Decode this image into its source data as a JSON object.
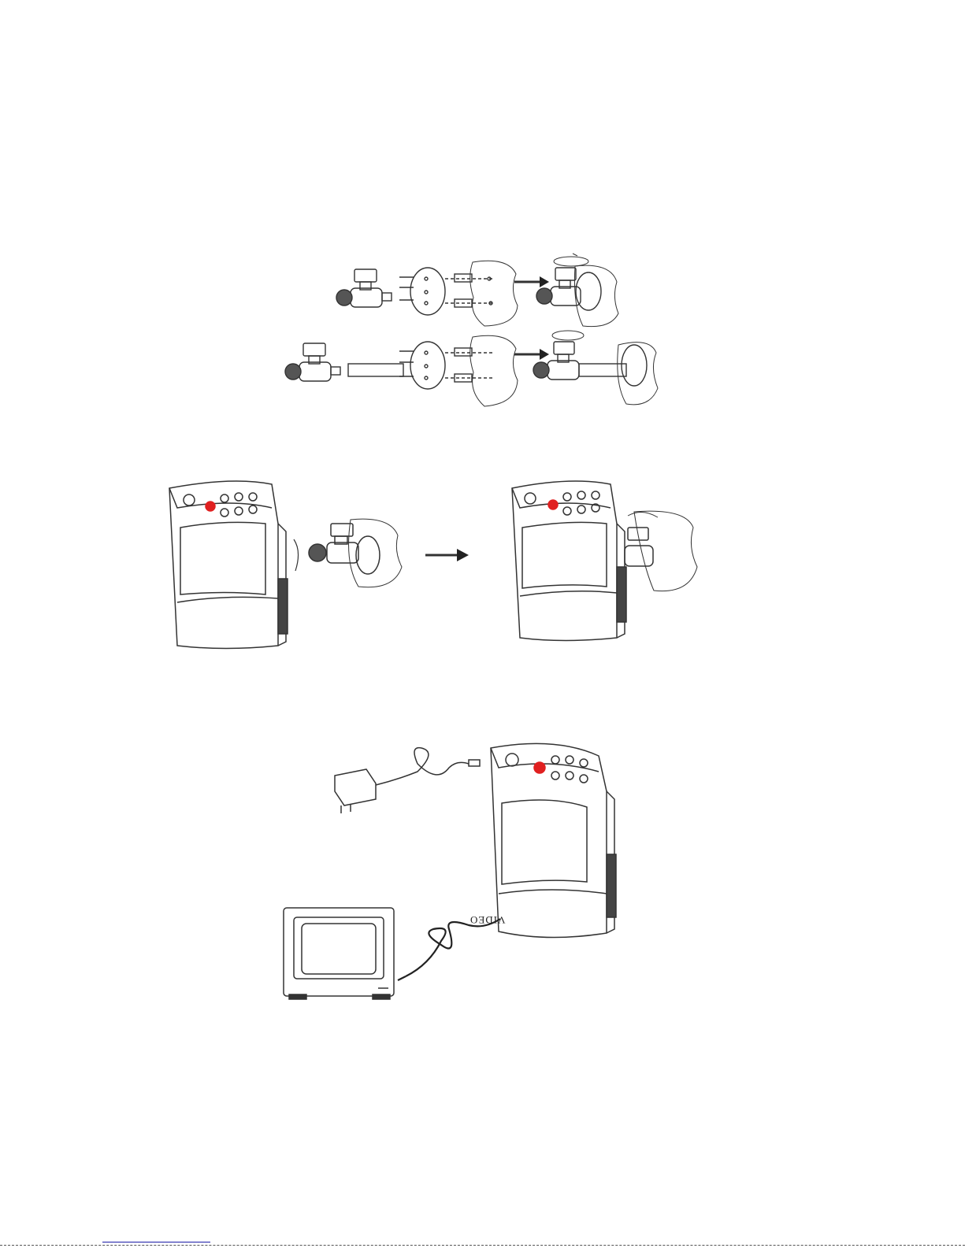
{
  "labels": {
    "video": "VIDEO"
  },
  "colors": {
    "line": "#333333",
    "button_red": "#e02020",
    "rule_blue": "#1a1aa6"
  },
  "figures": [
    {
      "name": "bracket-assembly-short"
    },
    {
      "name": "bracket-assembly-long"
    },
    {
      "name": "camera-mount-sequence"
    },
    {
      "name": "camera-connection"
    }
  ]
}
